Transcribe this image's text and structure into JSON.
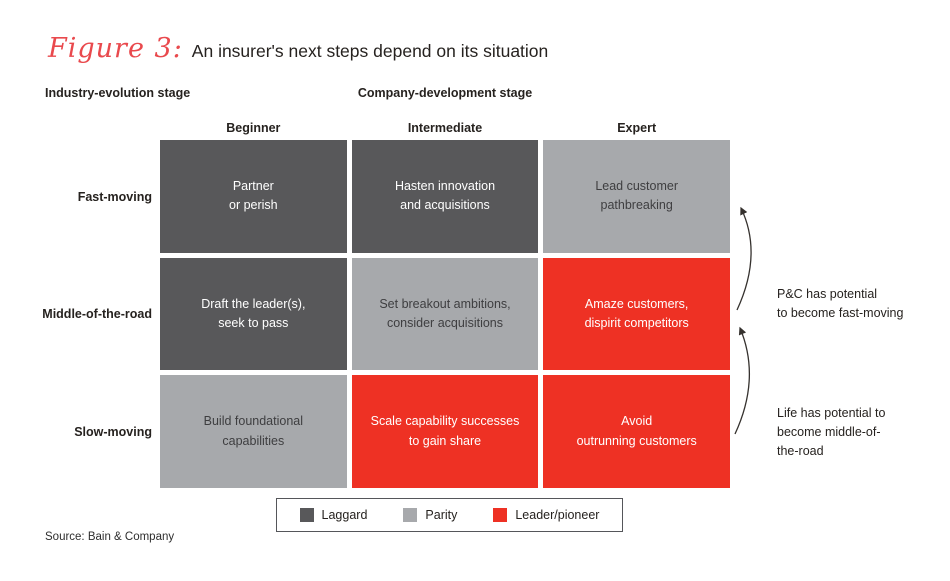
{
  "figure": {
    "label": "Figure 3:",
    "title": "An insurer's next steps depend on its situation"
  },
  "axes": {
    "row_axis": "Industry-evolution stage",
    "col_axis": "Company-development stage",
    "columns": [
      "Beginner",
      "Intermediate",
      "Expert"
    ],
    "rows": [
      "Fast-moving",
      "Middle-of-the-road",
      "Slow-moving"
    ]
  },
  "matrix": {
    "cells": [
      {
        "row": "Fast-moving",
        "col": "Beginner",
        "text": "Partner\nor perish",
        "status": "laggard"
      },
      {
        "row": "Fast-moving",
        "col": "Intermediate",
        "text": "Hasten innovation\nand acquisitions",
        "status": "laggard"
      },
      {
        "row": "Fast-moving",
        "col": "Expert",
        "text": "Lead customer\npathbreaking",
        "status": "parity"
      },
      {
        "row": "Middle-of-the-road",
        "col": "Beginner",
        "text": "Draft the leader(s),\nseek to pass",
        "status": "laggard"
      },
      {
        "row": "Middle-of-the-road",
        "col": "Intermediate",
        "text": "Set breakout ambitions,\nconsider acquisitions",
        "status": "parity"
      },
      {
        "row": "Middle-of-the-road",
        "col": "Expert",
        "text": "Amaze customers,\ndispirit competitors",
        "status": "leader"
      },
      {
        "row": "Slow-moving",
        "col": "Beginner",
        "text": "Build foundational\ncapabilities",
        "status": "parity"
      },
      {
        "row": "Slow-moving",
        "col": "Intermediate",
        "text": "Scale capability successes\nto gain share",
        "status": "leader"
      },
      {
        "row": "Slow-moving",
        "col": "Expert",
        "text": "Avoid\noutrunning customers",
        "status": "leader"
      }
    ]
  },
  "annotations": {
    "pnc": "P&C has potential\nto become fast-moving",
    "life": "Life has potential to\nbecome middle-of-\nthe-road"
  },
  "legend": {
    "items": [
      {
        "label": "Laggard",
        "status": "laggard",
        "color": "#58585a"
      },
      {
        "label": "Parity",
        "status": "parity",
        "color": "#a7a9ac"
      },
      {
        "label": "Leader/pioneer",
        "status": "leader",
        "color": "#ee3124"
      }
    ]
  },
  "source": "Source: Bain & Company",
  "colors": {
    "laggard_dark_gray": "#58585a",
    "parity_light_gray": "#a7a9ac",
    "leader_red": "#ee3124",
    "figure_label_red": "#e9494d",
    "text_dark": "#26221f"
  },
  "chart_data": {
    "type": "heatmap",
    "title": "Figure 3: An insurer's next steps depend on its situation",
    "x_axis_label": "Company-development stage",
    "y_axis_label": "Industry-evolution stage",
    "columns": [
      "Beginner",
      "Intermediate",
      "Expert"
    ],
    "rows": [
      "Fast-moving",
      "Middle-of-the-road",
      "Slow-moving"
    ],
    "cells": [
      [
        "Partner or perish",
        "Hasten innovation and acquisitions",
        "Lead customer pathbreaking"
      ],
      [
        "Draft the leader(s), seek to pass",
        "Set breakout ambitions, consider acquisitions",
        "Amaze customers, dispirit competitors"
      ],
      [
        "Build foundational capabilities",
        "Scale capability successes to gain share",
        "Avoid outrunning customers"
      ]
    ],
    "cell_categories": [
      [
        "laggard",
        "laggard",
        "parity"
      ],
      [
        "laggard",
        "parity",
        "leader"
      ],
      [
        "parity",
        "leader",
        "leader"
      ]
    ],
    "legend": [
      "Laggard",
      "Parity",
      "Leader/pioneer"
    ],
    "legend_position": "bottom",
    "annotations": [
      {
        "text": "P&C has potential to become fast-moving",
        "arrow_from_row": "Middle-of-the-road",
        "arrow_to_row": "Fast-moving"
      },
      {
        "text": "Life has potential to become middle-of-the-road",
        "arrow_from_row": "Slow-moving",
        "arrow_to_row": "Middle-of-the-road"
      }
    ],
    "source": "Source: Bain & Company"
  }
}
